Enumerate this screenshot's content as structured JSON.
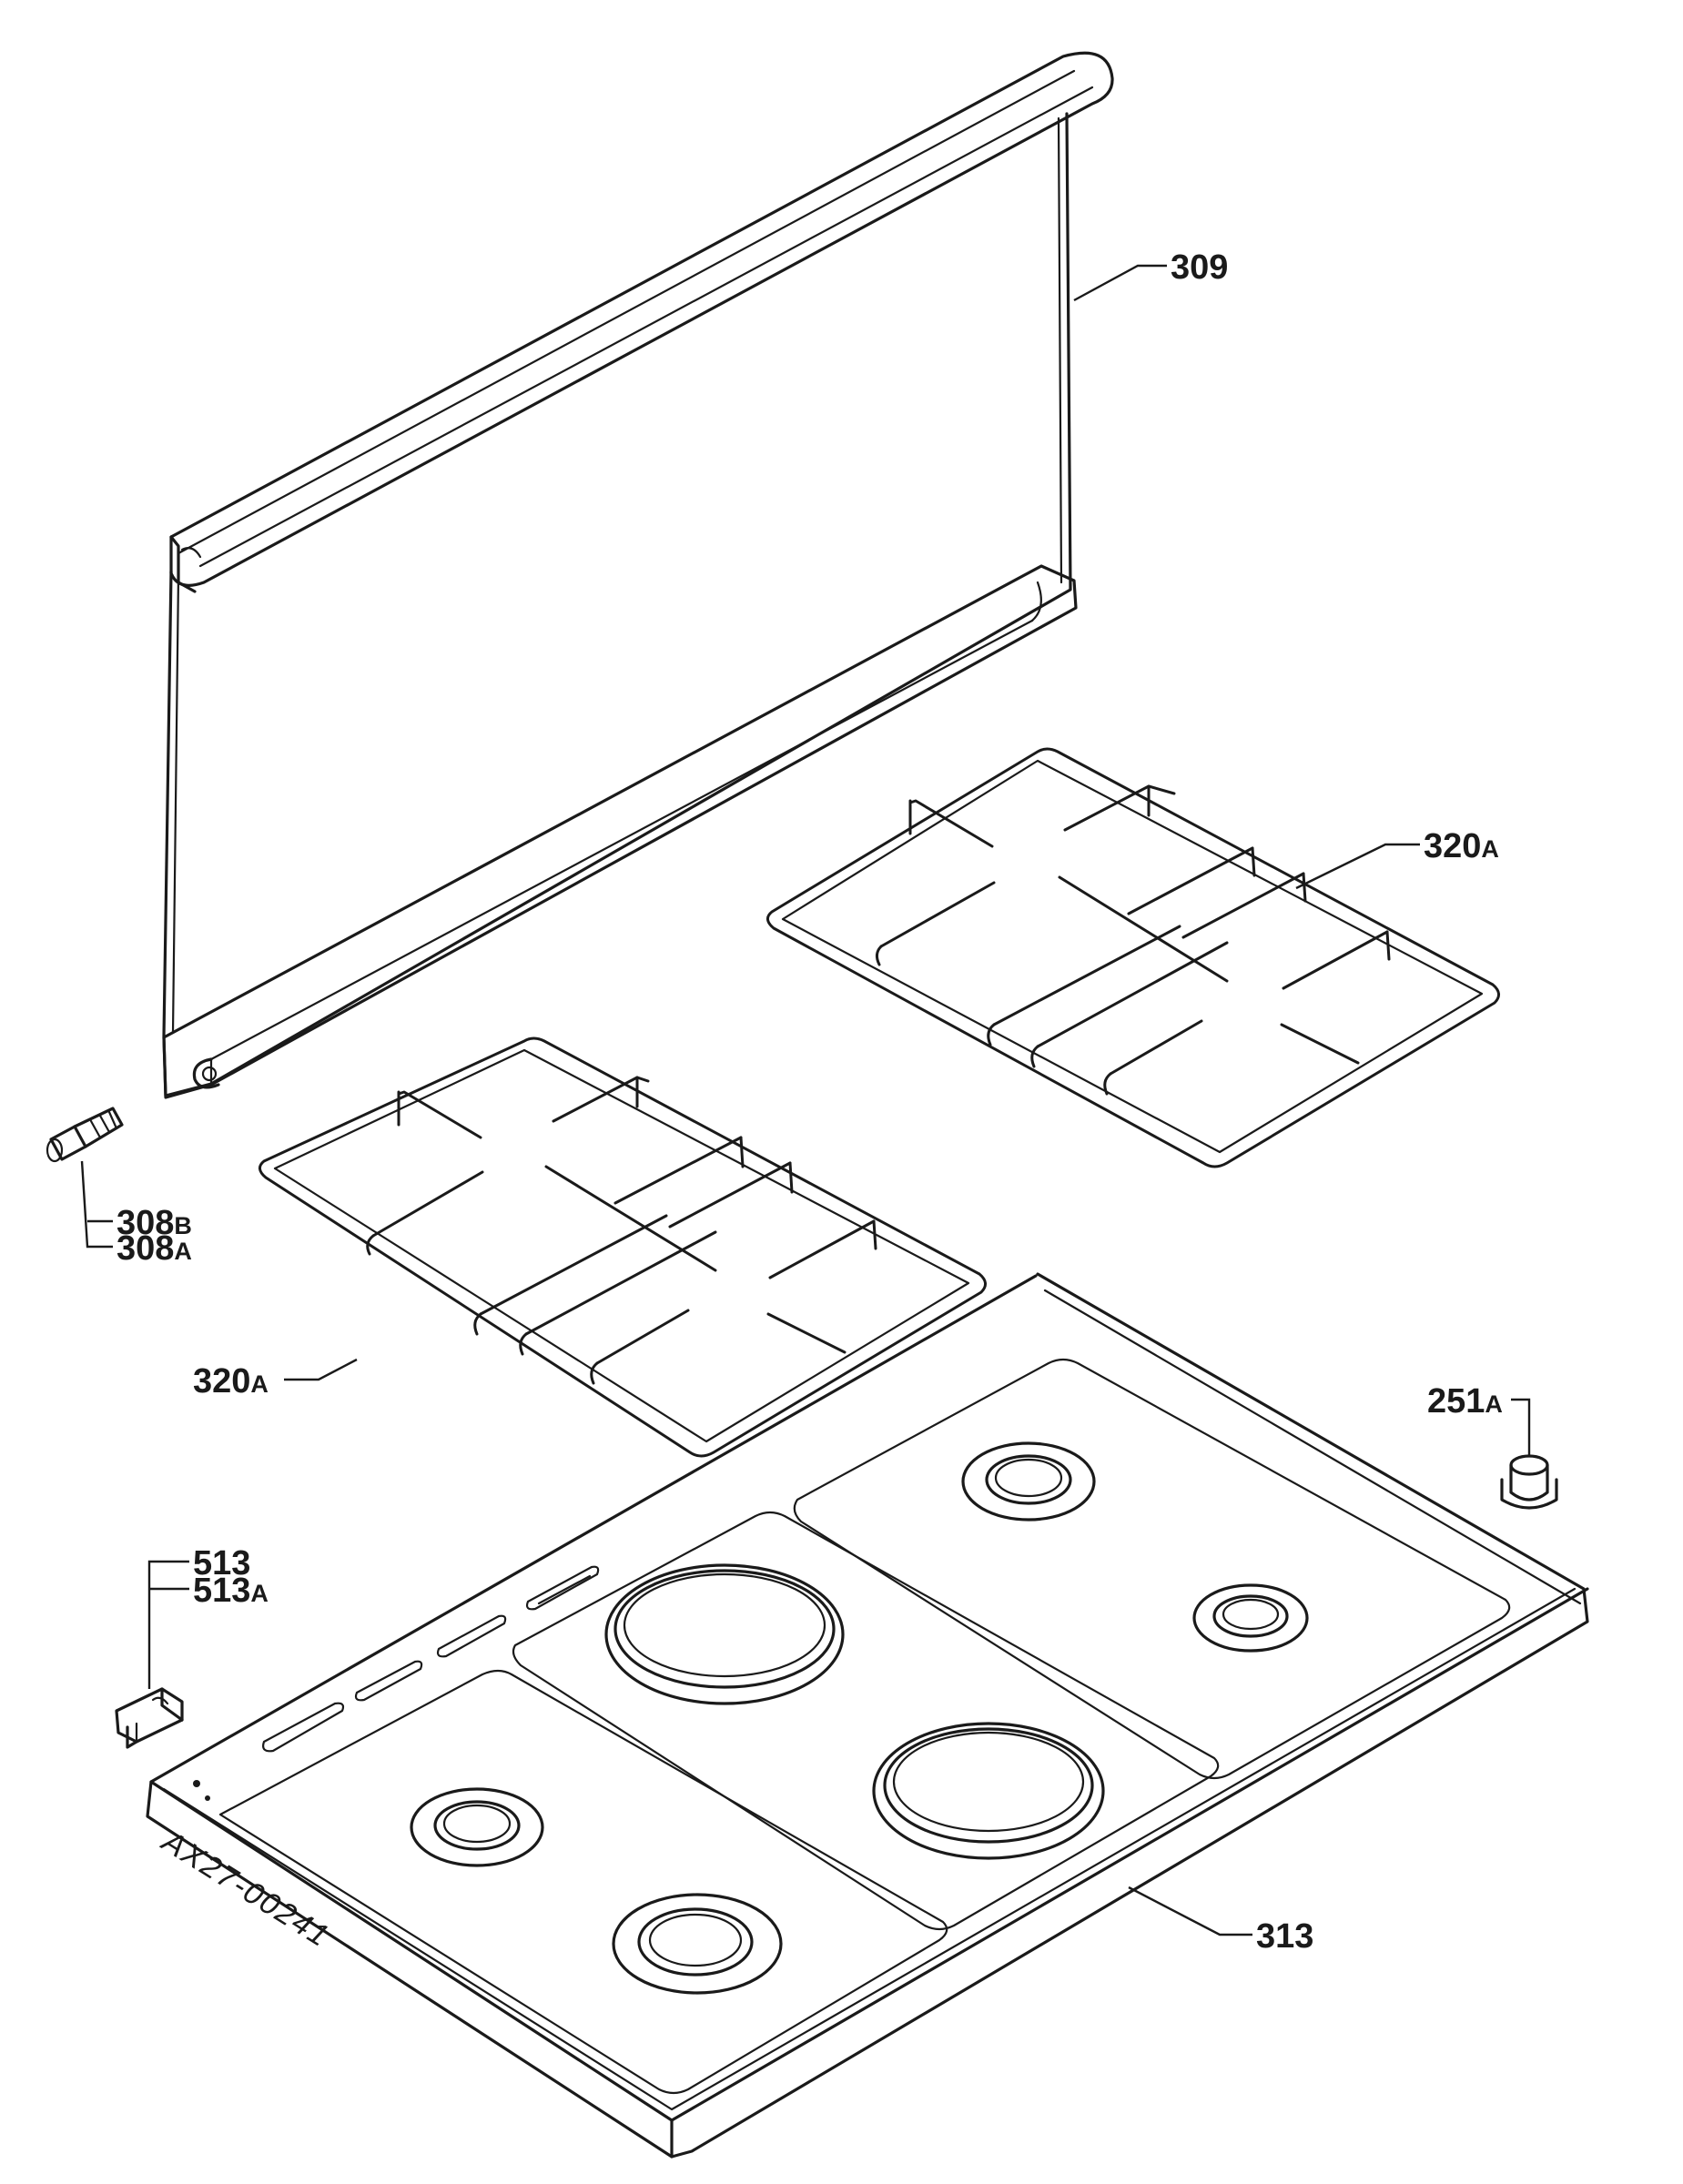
{
  "labels": {
    "l309": {
      "num": "309",
      "suf": ""
    },
    "l320a_right": {
      "num": "320",
      "suf": "A"
    },
    "l308b": {
      "num": "308",
      "suf": "B"
    },
    "l308a": {
      "num": "308",
      "suf": "A"
    },
    "l320a_left": {
      "num": "320",
      "suf": "A"
    },
    "l251a": {
      "num": "251",
      "suf": "A"
    },
    "l513": {
      "num": "513",
      "suf": ""
    },
    "l513a": {
      "num": "513",
      "suf": "A"
    },
    "l313": {
      "num": "313",
      "suf": ""
    }
  },
  "drawing_code": "AX27-00241"
}
